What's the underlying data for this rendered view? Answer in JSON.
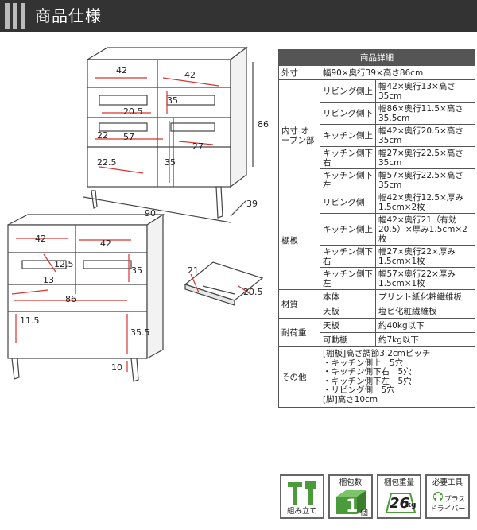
{
  "header": {
    "title": "商品仕様"
  },
  "dimensions": {
    "top_left_width": "42",
    "top_right_width": "42",
    "shelf_a": "35",
    "shelf_b": "20.5",
    "shelf_c": "22",
    "shelf_d": "57",
    "shelf_e": "27",
    "shelf_f": "22.5",
    "shelf_g": "35",
    "height": "86",
    "width": "90",
    "depth": "39",
    "front_left_width": "42",
    "front_right_width": "42",
    "front_h1": "12.5",
    "front_h2": "35",
    "front_h3": "13",
    "front_bottom_width": "86",
    "front_low_left": "11.5",
    "front_low_right": "35.5",
    "leg_height": "10",
    "board_depth": "21",
    "board_len": "20.5"
  },
  "spec": {
    "heading": "商品詳細",
    "outer_label": "外寸",
    "outer_value": "幅90×奥行39×高さ86cm",
    "inner_label": "内寸 オープン部",
    "inner_rows": [
      {
        "sub": "リビング側上",
        "value": "幅42×奥行13×高さ35cm"
      },
      {
        "sub": "リビング側下",
        "value": "幅86×奥行11.5×高さ35.5cm"
      },
      {
        "sub": "キッチン側上",
        "value": "幅42×奥行20.5×高さ35cm"
      },
      {
        "sub": "キッチン側下右",
        "value": "幅27×奥行22.5×高さ35cm"
      },
      {
        "sub": "キッチン側下左",
        "value": "幅57×奥行22.5×高さ35cm"
      }
    ],
    "shelf_label": "棚板",
    "shelf_rows": [
      {
        "sub": "リビング側",
        "value": "幅42×奥行12.5×厚み1.5cm×2枚"
      },
      {
        "sub": "キッチン側上",
        "value": "幅42×奥行21（有効20.5）×厚み1.5cm×2枚"
      },
      {
        "sub": "キッチン側下右",
        "value": "幅27×奥行22×厚み1.5cm×1枚"
      },
      {
        "sub": "キッチン側下左",
        "value": "幅57×奥行22×厚み1.5cm×1枚"
      }
    ],
    "material_label": "材質",
    "material_rows": [
      {
        "sub": "本体",
        "value": "プリント紙化粧繊維板"
      },
      {
        "sub": "天板",
        "value": "塩ビ化粧繊維板"
      }
    ],
    "load_label": "耐荷重",
    "load_rows": [
      {
        "sub": "天板",
        "value": "約40kg以下"
      },
      {
        "sub": "可動棚",
        "value": "約7kg以下"
      }
    ],
    "other_label": "その他",
    "other_lines": [
      "[棚板]高さ調節3.2cmピッチ",
      "・キッチン側上　5穴",
      "・キッチン側下右　5穴",
      "・キッチン側下左　5穴",
      "・リビング側　5穴",
      "[脚]高さ10cm"
    ]
  },
  "icons": {
    "assembly": "組み立て",
    "package_count_label": "梱包数",
    "package_count": "1",
    "package_count_unit": "個",
    "package_weight_label": "梱包重量",
    "package_weight": "26",
    "package_weight_unit": "kg",
    "tool_label": "必要工具",
    "tool_line1": "プラス",
    "tool_line2": "ドライバー"
  },
  "colors": {
    "dim_red": "#d8342f",
    "line": "#444444",
    "header_bg": "#333333"
  }
}
